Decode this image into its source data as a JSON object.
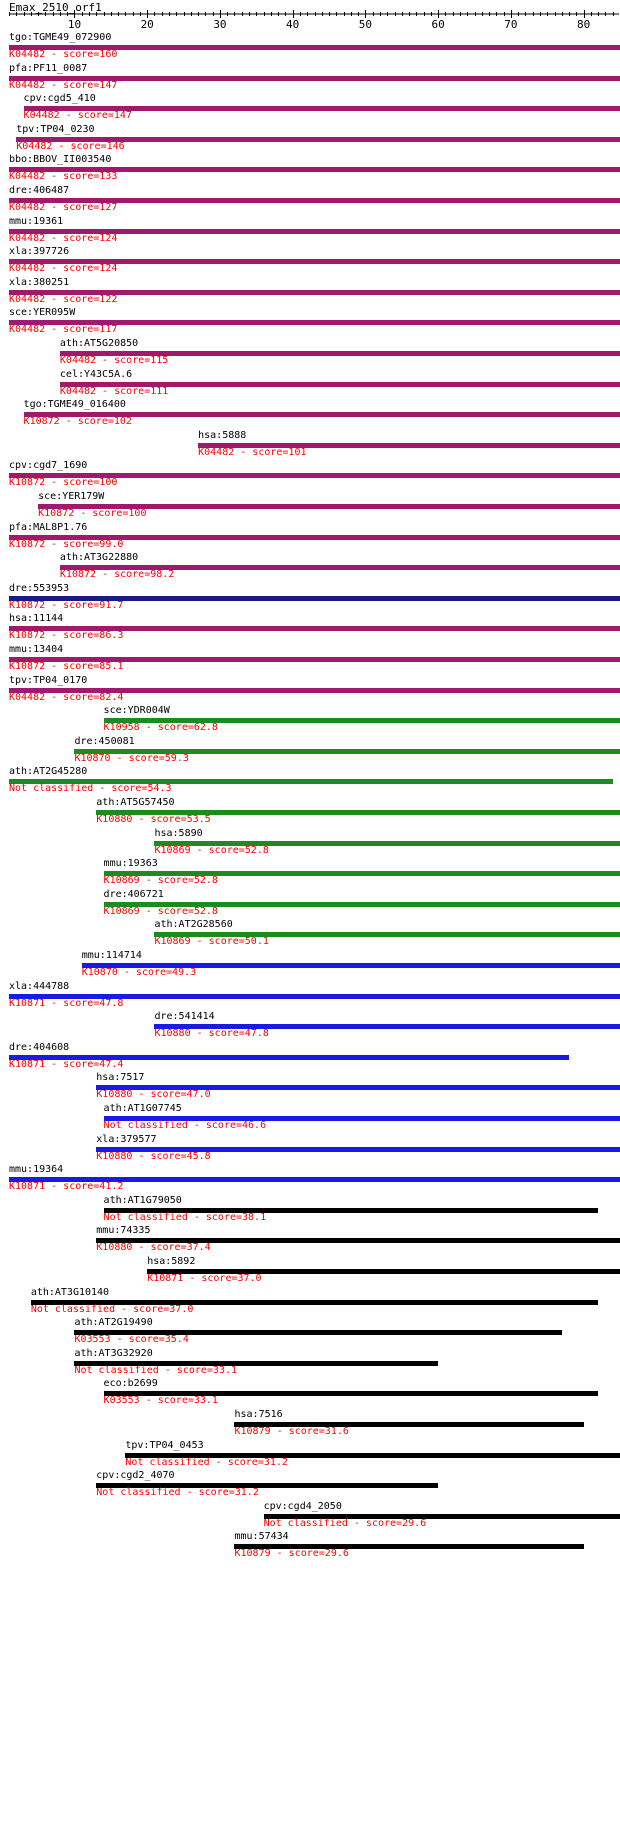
{
  "query": {
    "name": "Emax_2510_orf1",
    "axis_min": 1,
    "axis_max": 84,
    "ticks": [
      10,
      20,
      30,
      40,
      50,
      60,
      70,
      80
    ]
  },
  "colors": {
    "magenta": "#a0196b",
    "navy": "#1a1a80",
    "green": "#1f8a1f",
    "blue": "#1a1ae0",
    "black": "#000000",
    "label_red": "#ff0000"
  },
  "hits": [
    {
      "name": "tgo:TGME49_072900",
      "label": "K04482 - score=160",
      "start": 1,
      "end": 84,
      "color": "magenta"
    },
    {
      "name": "pfa:PF11_0087",
      "label": "K04482 - score=147",
      "start": 1,
      "end": 84,
      "color": "magenta"
    },
    {
      "name": "cpv:cgd5_410",
      "label": "K04482 - score=147",
      "start": 3,
      "end": 84,
      "color": "magenta"
    },
    {
      "name": "tpv:TP04_0230",
      "label": "K04482 - score=146",
      "start": 2,
      "end": 84,
      "color": "magenta"
    },
    {
      "name": "bbo:BBOV_II003540",
      "label": "K04482 - score=133",
      "start": 1,
      "end": 84,
      "color": "magenta"
    },
    {
      "name": "dre:406487",
      "label": "K04482 - score=127",
      "start": 1,
      "end": 84,
      "color": "magenta"
    },
    {
      "name": "mmu:19361",
      "label": "K04482 - score=124",
      "start": 1,
      "end": 84,
      "color": "magenta"
    },
    {
      "name": "xla:397726",
      "label": "K04482 - score=124",
      "start": 1,
      "end": 84,
      "color": "magenta"
    },
    {
      "name": "xla:380251",
      "label": "K04482 - score=122",
      "start": 1,
      "end": 84,
      "color": "magenta"
    },
    {
      "name": "sce:YER095W",
      "label": "K04482 - score=117",
      "start": 1,
      "end": 84,
      "color": "magenta"
    },
    {
      "name": "ath:AT5G20850",
      "label": "K04482 - score=115",
      "start": 8,
      "end": 84,
      "color": "magenta"
    },
    {
      "name": "cel:Y43C5A.6",
      "label": "K04482 - score=111",
      "start": 8,
      "end": 84,
      "color": "magenta"
    },
    {
      "name": "tgo:TGME49_016400",
      "label": "K10872 - score=102",
      "start": 3,
      "end": 84,
      "color": "magenta"
    },
    {
      "name": "hsa:5888",
      "label": "K04482 - score=101",
      "start": 27,
      "end": 84,
      "color": "magenta"
    },
    {
      "name": "cpv:cgd7_1690",
      "label": "K10872 - score=100",
      "start": 1,
      "end": 84,
      "color": "magenta"
    },
    {
      "name": "sce:YER179W",
      "label": "K10872 - score=100",
      "start": 5,
      "end": 84,
      "color": "magenta"
    },
    {
      "name": "pfa:MAL8P1.76",
      "label": "K10872 - score=99.0",
      "start": 1,
      "end": 84,
      "color": "magenta"
    },
    {
      "name": "ath:AT3G22880",
      "label": "K10872 - score=98.2",
      "start": 8,
      "end": 84,
      "color": "magenta"
    },
    {
      "name": "dre:553953",
      "label": "K10872 - score=91.7",
      "start": 1,
      "end": 84,
      "color": "navy"
    },
    {
      "name": "hsa:11144",
      "label": "K10872 - score=86.3",
      "start": 1,
      "end": 84,
      "color": "magenta"
    },
    {
      "name": "mmu:13404",
      "label": "K10872 - score=85.1",
      "start": 1,
      "end": 84,
      "color": "magenta"
    },
    {
      "name": "tpv:TP04_0170",
      "label": "K04482 - score=82.4",
      "start": 1,
      "end": 84,
      "color": "magenta"
    },
    {
      "name": "sce:YDR004W",
      "label": "K10958 - score=62.8",
      "start": 14,
      "end": 84,
      "color": "green"
    },
    {
      "name": "dre:450081",
      "label": "K10870 - score=59.3",
      "start": 10,
      "end": 84,
      "color": "green"
    },
    {
      "name": "ath:AT2G45280",
      "label": "Not classified - score=54.3",
      "start": 1,
      "end": 83,
      "color": "green"
    },
    {
      "name": "ath:AT5G57450",
      "label": "K10880 - score=53.5",
      "start": 13,
      "end": 84,
      "color": "green"
    },
    {
      "name": "hsa:5890",
      "label": "K10869 - score=52.8",
      "start": 21,
      "end": 84,
      "color": "green"
    },
    {
      "name": "mmu:19363",
      "label": "K10869 - score=52.8",
      "start": 14,
      "end": 84,
      "color": "green"
    },
    {
      "name": "dre:406721",
      "label": "K10869 - score=52.8",
      "start": 14,
      "end": 84,
      "color": "green"
    },
    {
      "name": "ath:AT2G28560",
      "label": "K10869 - score=50.1",
      "start": 21,
      "end": 84,
      "color": "green"
    },
    {
      "name": "mmu:114714",
      "label": "K10870 - score=49.3",
      "start": 11,
      "end": 84,
      "color": "blue"
    },
    {
      "name": "xla:444788",
      "label": "K10871 - score=47.8",
      "start": 1,
      "end": 84,
      "color": "blue"
    },
    {
      "name": "dre:541414",
      "label": "K10880 - score=47.8",
      "start": 21,
      "end": 84,
      "color": "blue"
    },
    {
      "name": "dre:404608",
      "label": "K10871 - score=47.4",
      "start": 1,
      "end": 77,
      "color": "blue"
    },
    {
      "name": "hsa:7517",
      "label": "K10880 - score=47.0",
      "start": 13,
      "end": 84,
      "color": "blue"
    },
    {
      "name": "ath:AT1G07745",
      "label": "Not classified - score=46.6",
      "start": 14,
      "end": 84,
      "color": "blue"
    },
    {
      "name": "xla:379577",
      "label": "K10880 - score=45.8",
      "start": 13,
      "end": 84,
      "color": "blue"
    },
    {
      "name": "mmu:19364",
      "label": "K10871 - score=41.2",
      "start": 1,
      "end": 84,
      "color": "blue"
    },
    {
      "name": "ath:AT1G79050",
      "label": "Not classified - score=38.1",
      "start": 14,
      "end": 81,
      "color": "black"
    },
    {
      "name": "mmu:74335",
      "label": "K10880 - score=37.4",
      "start": 13,
      "end": 84,
      "color": "black"
    },
    {
      "name": "hsa:5892",
      "label": "K10871 - score=37.0",
      "start": 20,
      "end": 84,
      "color": "black"
    },
    {
      "name": "ath:AT3G10140",
      "label": "Not classified - score=37.0",
      "start": 4,
      "end": 81,
      "color": "black"
    },
    {
      "name": "ath:AT2G19490",
      "label": "K03553 - score=35.4",
      "start": 10,
      "end": 76,
      "color": "black"
    },
    {
      "name": "ath:AT3G32920",
      "label": "Not classified - score=33.1",
      "start": 10,
      "end": 59,
      "color": "black"
    },
    {
      "name": "eco:b2699",
      "label": "K03553 - score=33.1",
      "start": 14,
      "end": 81,
      "color": "black"
    },
    {
      "name": "hsa:7516",
      "label": "K10879 - score=31.6",
      "start": 32,
      "end": 79,
      "color": "black"
    },
    {
      "name": "tpv:TP04_0453",
      "label": "Not classified - score=31.2",
      "start": 17,
      "end": 84,
      "color": "black"
    },
    {
      "name": "cpv:cgd2_4070",
      "label": "Not classified - score=31.2",
      "start": 13,
      "end": 59,
      "color": "black"
    },
    {
      "name": "cpv:cgd4_2050",
      "label": "Not classified - score=29.6",
      "start": 36,
      "end": 84,
      "color": "black"
    },
    {
      "name": "mmu:57434",
      "label": "K10879 - score=29.6",
      "start": 32,
      "end": 79,
      "color": "black"
    }
  ]
}
